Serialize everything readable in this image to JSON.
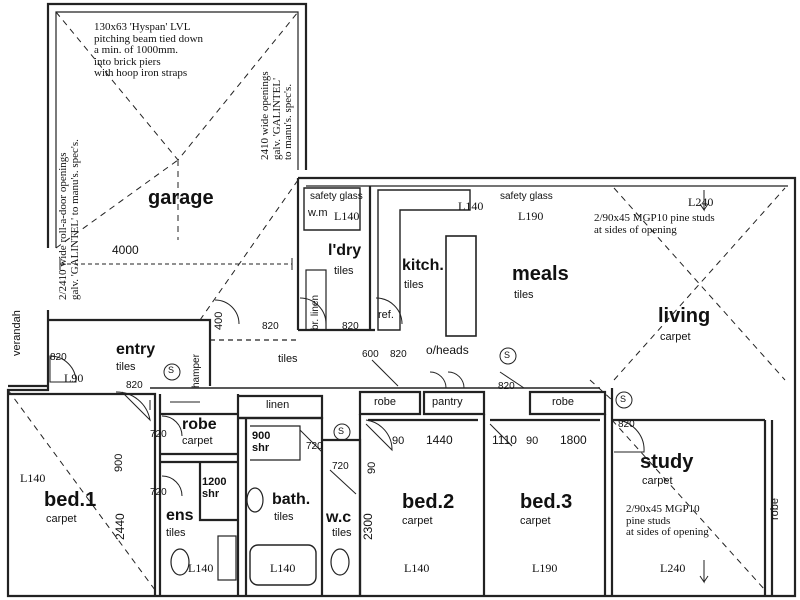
{
  "rooms": {
    "garage": "garage",
    "laundry": "l'dry",
    "kitchen": "kitch.",
    "meals": "meals",
    "living": "living",
    "entry": "entry",
    "robe_ens": "robe",
    "bed1": "bed.1",
    "ens": "ens",
    "bath": "bath.",
    "wc": "w.c",
    "bed2": "bed.2",
    "bed3": "bed.3",
    "study": "study"
  },
  "finishes": {
    "tiles": "tiles",
    "carpet": "carpet"
  },
  "notes": {
    "beam": "130x63 'Hyspan' LVL\npitching beam tied down\na min. of 1000mm.\ninto brick piers\nwith hoop iron straps",
    "roller_left": "2/2410 wide roll-a-door openings\ngalv. 'GALINTEL' to manu's. spec's.",
    "roller_right": "2410 wide openings\ngalv. 'GALINTEL'\nto manu's. spec's.",
    "studs_living": "2/90x45 MGP10 pine studs\nat sides of opening",
    "studs_study": "2/90x45 MGP10\npine studs\nat sides of opening",
    "safety_glass": "safety glass",
    "oheads": "o/heads"
  },
  "labels": {
    "verandah": "verandah",
    "hamper": "hamper",
    "linen": "linen",
    "br_linen": "br. linen",
    "robe": "robe",
    "pantry": "pantry",
    "wm": "w.m",
    "ref": "ref.",
    "shr_900": "900\nshr",
    "shr_1200": "1200\nshr",
    "s": "S"
  },
  "lintels": {
    "l140": "L140",
    "l190": "L190",
    "l240": "L240",
    "l90": "L90"
  },
  "dims": {
    "garage_width": "4000",
    "d400": "400",
    "d820": "820",
    "d720": "720",
    "d900": "900",
    "d90": "90",
    "d600": "600",
    "d1440": "1440",
    "d1110": "1110",
    "d1800": "1800",
    "d2440": "2440",
    "d2300": "2300"
  }
}
